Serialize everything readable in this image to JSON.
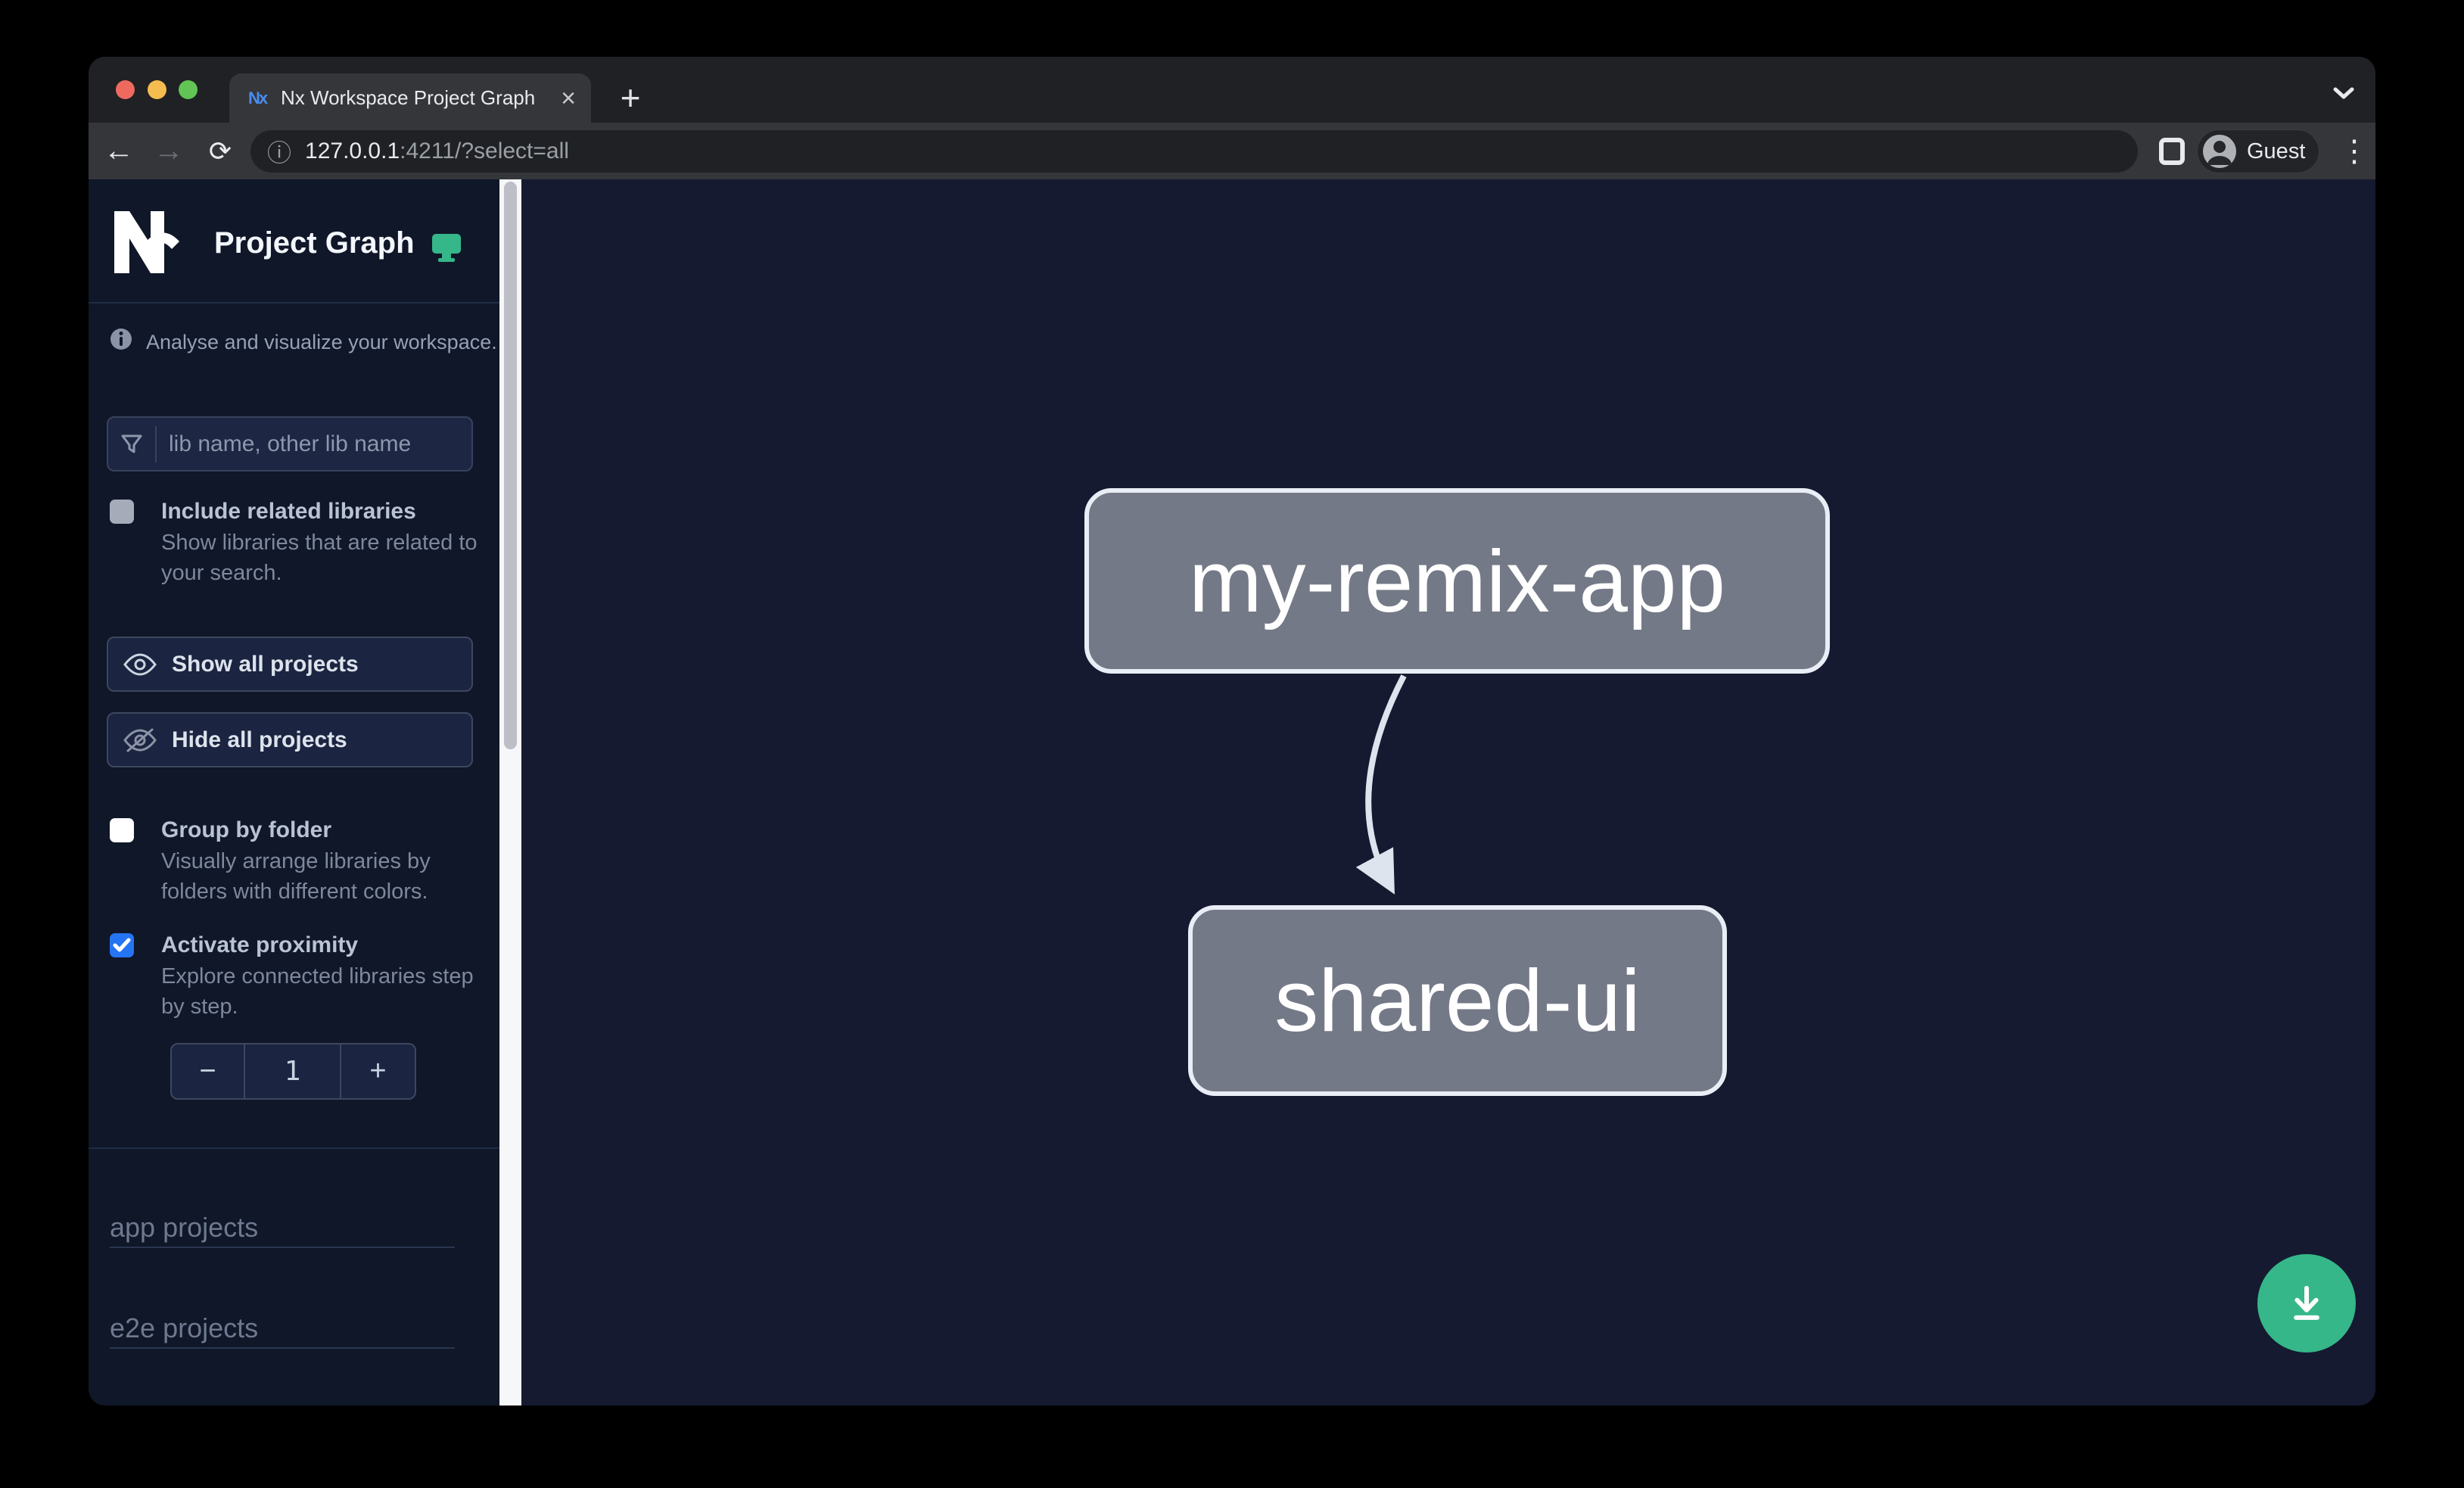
{
  "browser": {
    "tab_title": "Nx Workspace Project Graph",
    "favicon_glyph": "Nx",
    "close_glyph": "×",
    "new_tab_glyph": "+",
    "url_host": "127.0.0.1",
    "url_rest": ":4211/?select=all",
    "profile_label": "Guest"
  },
  "icons": {
    "back": "←",
    "forward": "→",
    "reload": "⟳",
    "info": "ⓘ",
    "kebab": "⋮"
  },
  "sidebar": {
    "app_title": "Project Graph",
    "tagline": "Analyse and visualize your workspace.",
    "search_placeholder": "lib name, other lib name",
    "include_related": {
      "label": "Include related libraries",
      "description": "Show libraries that are related to your search.",
      "checked": false
    },
    "show_all": "Show all projects",
    "hide_all": "Hide all projects",
    "group_by_folder": {
      "label": "Group by folder",
      "description": "Visually arrange libraries by folders with different colors.",
      "checked": false
    },
    "activate_proximity": {
      "label": "Activate proximity",
      "description": "Explore connected libraries step by step.",
      "checked": true
    },
    "stepper": {
      "decrement": "−",
      "value": "1",
      "increment": "+"
    },
    "sections": [
      {
        "label": "app projects"
      },
      {
        "label": "e2e projects"
      }
    ]
  },
  "graph": {
    "nodes": [
      {
        "label": "my-remix-app"
      },
      {
        "label": "shared-ui"
      }
    ],
    "edge": {
      "from": "my-remix-app",
      "to": "shared-ui"
    }
  },
  "colors": {
    "accent_checkbox": "#2574f4",
    "fab_green": "#35b789",
    "node_fill": "#747987",
    "node_border": "#e9edf5",
    "logo_green": "#35b789",
    "canvas_bg": "#151a30",
    "sidebar_bg": "#0f1728"
  }
}
